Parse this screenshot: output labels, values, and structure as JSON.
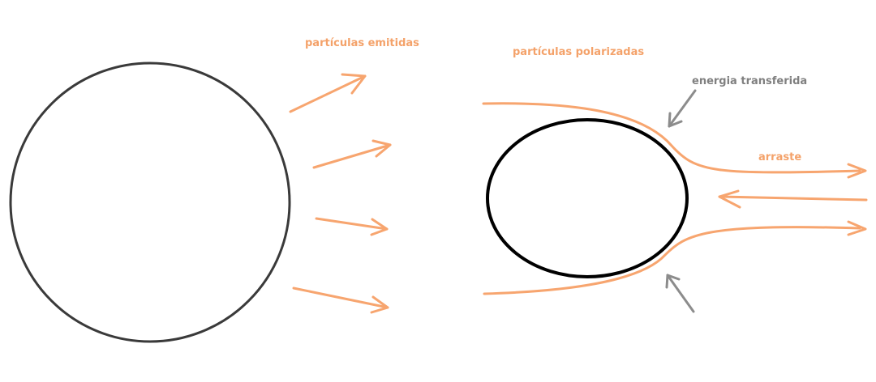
{
  "labels": {
    "emitted": "partículas emitidas",
    "polarized": "partículas polarizadas",
    "energy": "energia transferida",
    "drag": "arraste"
  },
  "colors": {
    "particle_stroke": "#f7a56f",
    "label_orange": "#f4a26a",
    "label_gray": "#808080",
    "arrow_gray": "#8c8c8c",
    "circle_left": "#3a3a3a",
    "circle_right": "#000000"
  }
}
